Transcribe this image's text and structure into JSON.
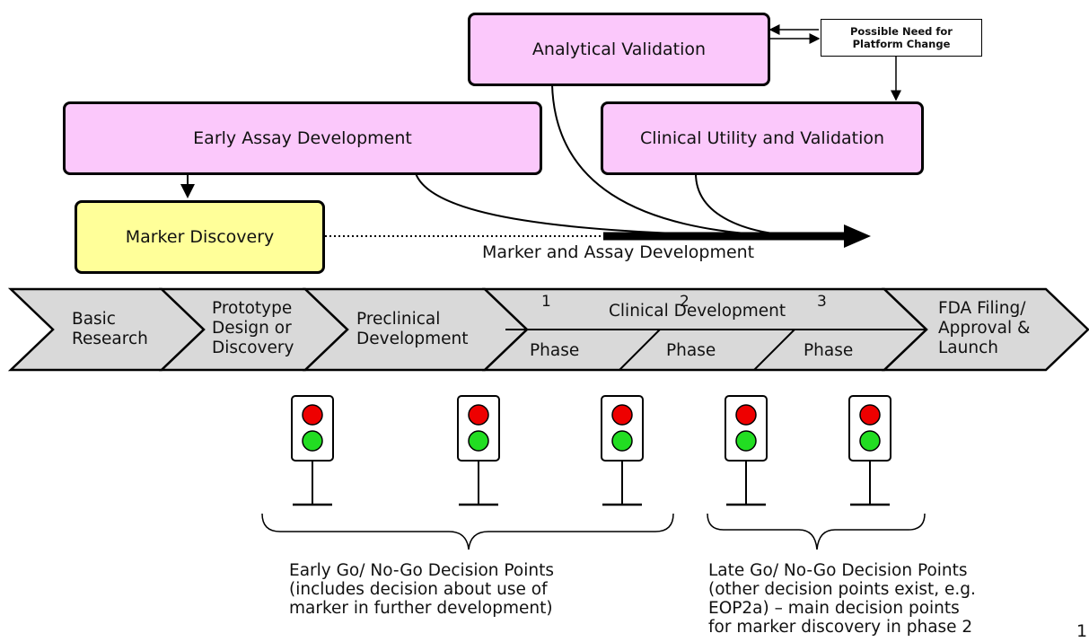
{
  "boxes": {
    "analytical_validation": "Analytical Validation",
    "platform_change_note": "Possible Need for\nPlatform Change",
    "early_assay": "Early Assay Development",
    "clinical_utility": "Clinical Utility and Validation",
    "marker_discovery": "Marker Discovery"
  },
  "arrow_label": "Marker and Assay Development",
  "pipeline": {
    "stages": [
      "Basic\nResearch",
      "Prototype\nDesign or\nDiscovery",
      "Preclinical\nDevelopment",
      "FDA Filing/\nApproval &\nLaunch"
    ],
    "clinical_title": "Clinical Development",
    "phase_label": "Phase",
    "phase_numbers": [
      "1",
      "2",
      "3"
    ]
  },
  "traffic_lights": {
    "count": 5,
    "top_color": "#ee0000",
    "bottom_color": "#22dd22"
  },
  "captions": {
    "early": "Early Go/ No-Go Decision Points\n(includes decision about use of\nmarker in further development)",
    "late": "Late Go/ No-Go Decision Points\n(other decision points exist, e.g.\nEOP2a) – main decision points\nfor marker discovery in phase 2"
  },
  "page_number": "1",
  "colors": {
    "pink_box": "#fbc8fb",
    "yellow_box": "#ffff99",
    "chevron_fill": "#d9d9d9"
  }
}
